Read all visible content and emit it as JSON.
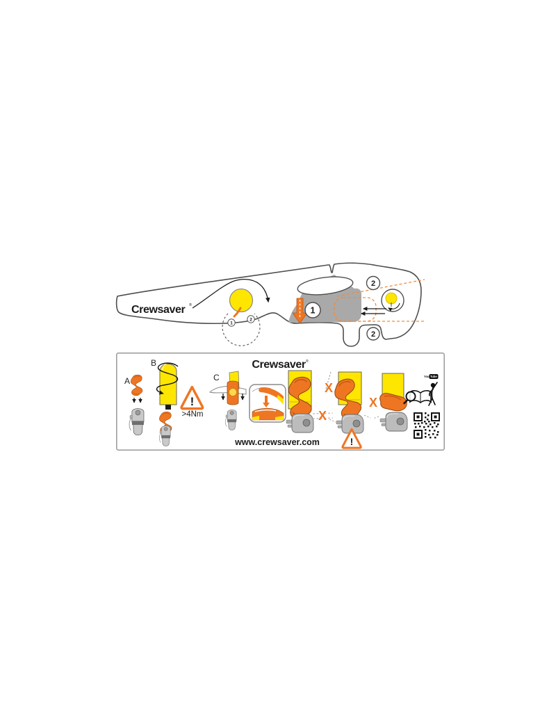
{
  "colors": {
    "orange": "#ee7623",
    "yellow": "#ffe600",
    "gray_shade": "#a9a9a9",
    "outline": "#4d4d4d",
    "panel_border": "#999999",
    "text": "#1a1a1a"
  },
  "top_diagram": {
    "brand": "Crewsaver",
    "brand_mark": "®",
    "callout_1": "1",
    "callout_2_top": "2",
    "callout_2_bottom": "2",
    "mini_callout_1": "1",
    "mini_callout_2": "2"
  },
  "panel": {
    "brand": "Crewsaver",
    "brand_mark": "®",
    "step_a_label": "A",
    "step_b_label": "B",
    "step_c_label": "C",
    "torque_value": ">4Nm",
    "warning_b_mark": "!",
    "warning_c_mark": "!",
    "wrong_mark_1": "X",
    "wrong_mark_2": "X",
    "wrong_mark_3": "X",
    "youtube_you": "You",
    "youtube_tube": "Tube",
    "website": "www.crewsaver.com"
  }
}
